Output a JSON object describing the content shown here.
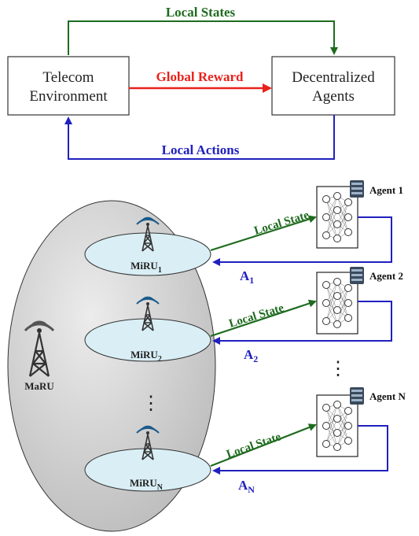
{
  "top": {
    "env_box": {
      "line1": "Telecom",
      "line2": "Environment"
    },
    "agents_box": {
      "line1": "Decentralized",
      "line2": "Agents"
    },
    "local_states": "Local States",
    "global_reward": "Global Reward",
    "local_actions": "Local Actions"
  },
  "bottom": {
    "maru": "MaRU",
    "miru": [
      {
        "label": "MiRU",
        "sub": "1"
      },
      {
        "label": "MiRU",
        "sub": "2"
      },
      {
        "label": "MiRU",
        "sub": "N"
      }
    ],
    "agents": [
      {
        "label": "Agent 1",
        "local_state": "Local State",
        "action": "A",
        "action_sub": "1"
      },
      {
        "label": "Agent 2",
        "local_state": "Local State",
        "action": "A",
        "action_sub": "2"
      },
      {
        "label": "Agent N",
        "local_state": "Local State",
        "action": "A",
        "action_sub": "N"
      }
    ],
    "ellipsis": "⋮"
  },
  "colors": {
    "green": "#1e6b1e",
    "red": "#e8221b",
    "blue": "#2020c0",
    "ellipse_fill": "#d8d8d8",
    "miru_fill": "#d9eef5"
  }
}
